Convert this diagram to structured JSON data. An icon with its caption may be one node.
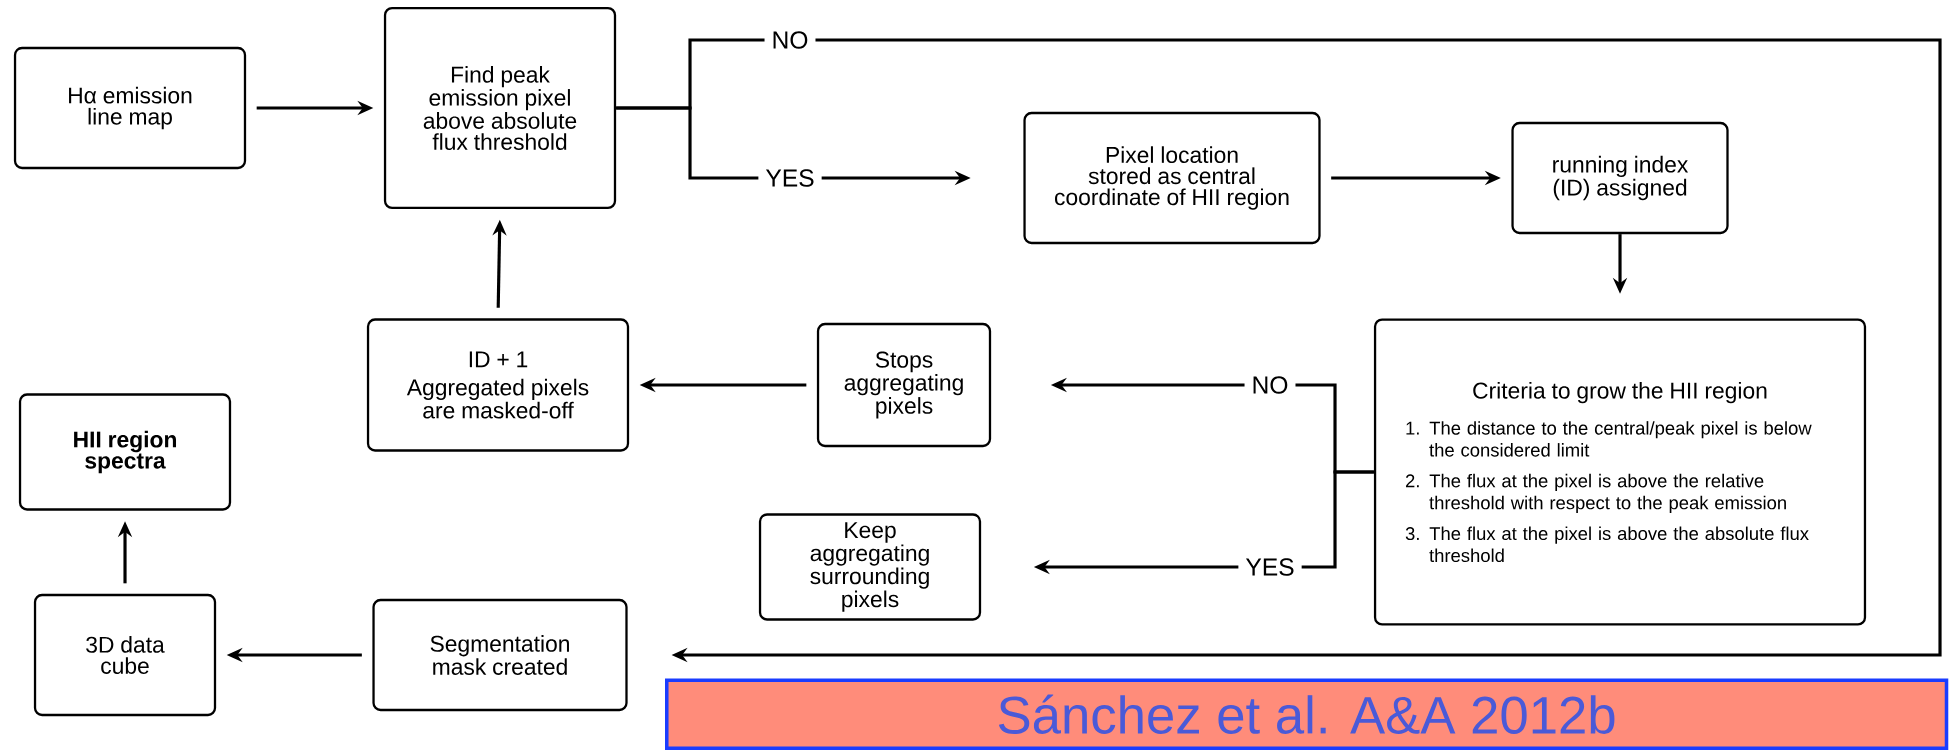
{
  "diagram": {
    "nodes": [
      {
        "text": [
          "Hα emission line map"
        ]
      },
      {
        "text": [
          "Find peak emission pixel above absolute flux threshold"
        ]
      },
      {
        "text": [
          "Pixel location stored as central coordinate of HII region"
        ]
      },
      {
        "text": [
          "running index (ID) assigned"
        ]
      },
      {
        "text": [
          "Criteria to grow the HII region",
          "1. The distance to the central/peak pixel is below the considered limit",
          "2. The flux at the pixel is above the relative threshold with respect to the peak emission",
          "3. The flux at the pixel is above the absolute flux threshold"
        ]
      },
      {
        "text": [
          "Stops aggregating pixels"
        ]
      },
      {
        "text": [
          "ID + 1",
          "Aggregated pixels are masked-off"
        ]
      },
      {
        "text": [
          "Keep aggregating surrounding pixels"
        ]
      },
      {
        "text": [
          "HII region spectra"
        ]
      },
      {
        "text": [
          "3D data cube"
        ]
      },
      {
        "text": [
          "Segmentation mask created"
        ]
      }
    ],
    "edges": [
      {
        "from": 0,
        "to": 1,
        "arrow": "to"
      },
      {
        "from": 1,
        "to": 2,
        "arrow": "to",
        "label": "YES"
      },
      {
        "from": 1,
        "to": 10,
        "arrow": "to",
        "label": "NO"
      },
      {
        "from": 2,
        "to": 3,
        "arrow": "to"
      },
      {
        "from": 3,
        "to": 4,
        "arrow": "to"
      },
      {
        "from": 4,
        "to": 5,
        "arrow": "to",
        "label": "NO"
      },
      {
        "from": 4,
        "to": 7,
        "arrow": "to",
        "label": "YES"
      },
      {
        "from": 5,
        "to": 6,
        "arrow": "to"
      },
      {
        "from": 6,
        "to": 1,
        "arrow": "to"
      },
      {
        "from": 10,
        "to": 9,
        "arrow": "to"
      },
      {
        "from": 9,
        "to": 8,
        "arrow": "to"
      }
    ],
    "labels": [
      "Sánchez et al. A&A 2012b"
    ]
  }
}
